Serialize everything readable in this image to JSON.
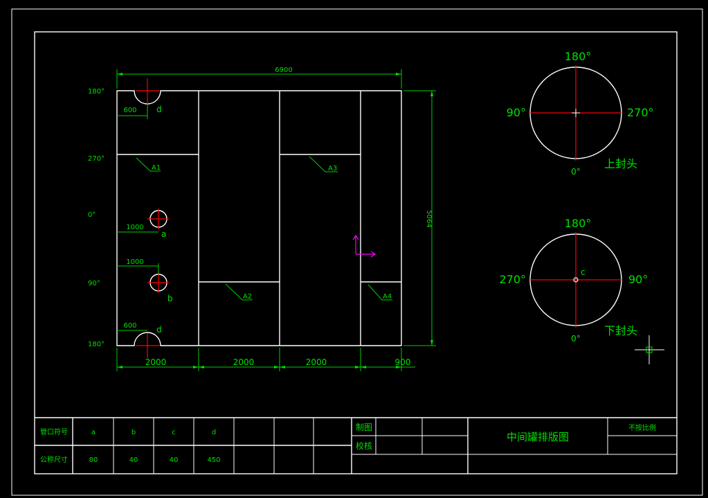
{
  "layout": {
    "total_width_label": "6900",
    "total_height_label": "5064",
    "bottom_dims": [
      "2000",
      "2000",
      "2000",
      "900"
    ],
    "hole_a_offset": "1000",
    "hole_b_offset": "1000",
    "notch_top_offset": "600",
    "notch_bottom_offset": "600",
    "angle_labels_left": [
      "180°",
      "270°",
      "0°",
      "90°",
      "180°"
    ],
    "hole_labels": {
      "a": "a",
      "b": "b",
      "d_top": "d",
      "d_bottom": "d"
    },
    "plate_labels": [
      "A1",
      "A2",
      "A3",
      "A4"
    ]
  },
  "upper_head": {
    "caption": "上封头",
    "top": "180°",
    "left": "90°",
    "right": "270°",
    "bottom": "0°"
  },
  "lower_head": {
    "caption": "下封头",
    "top": "180°",
    "left": "270°",
    "right": "90°",
    "bottom": "0°",
    "center_label": "c"
  },
  "table": {
    "row1_header": "管口符号",
    "row2_header": "公称尺寸",
    "symbols": [
      "a",
      "b",
      "c",
      "d"
    ],
    "sizes": [
      "80",
      "40",
      "40",
      "450"
    ],
    "drawn_label": "制图",
    "checked_label": "校核",
    "drawing_title": "中间罐排版图",
    "scale_note": "不按比例"
  },
  "colors": {
    "background": "#000000",
    "lines": "#ffffff",
    "dimensions": "#00e000",
    "center_marks": "#ff0000",
    "ucs_icon": "#ff00ff"
  }
}
